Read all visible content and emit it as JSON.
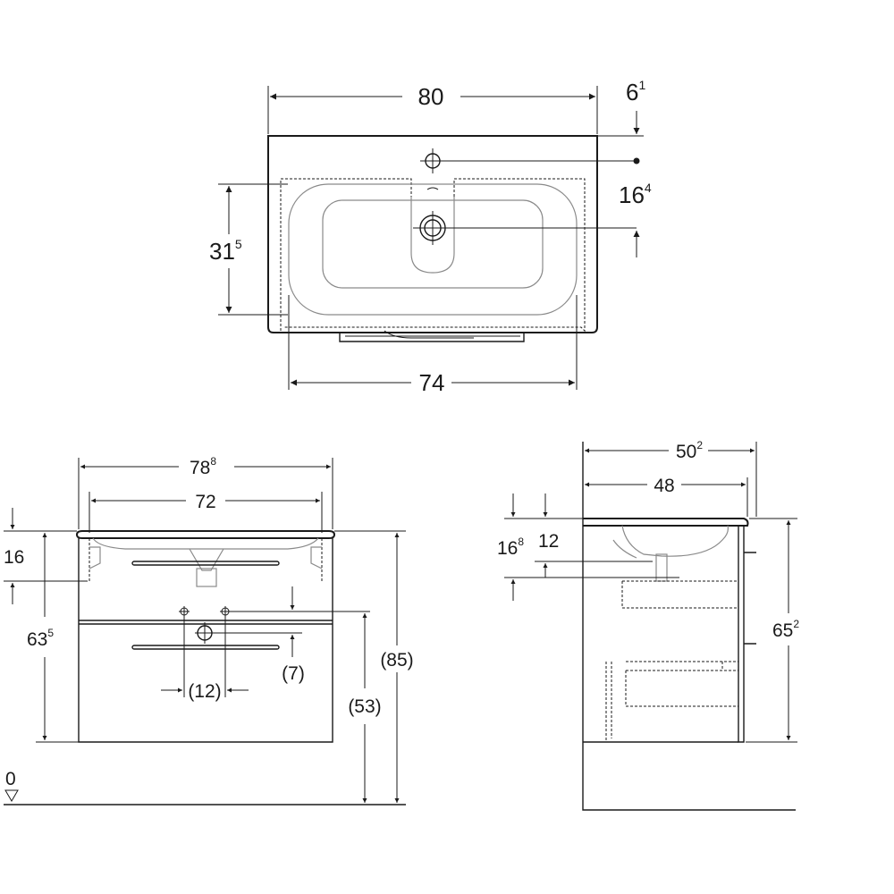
{
  "top_view": {
    "width_label": "80",
    "tap_offset": {
      "main": "6",
      "sup": "1"
    },
    "tap_spacing": {
      "main": "16",
      "sup": "4"
    },
    "depth": {
      "main": "31",
      "sup": "5"
    },
    "basin_width_label": "74"
  },
  "front_view": {
    "overall_width": {
      "main": "78",
      "sup": "8"
    },
    "inner_width_label": "72",
    "top_height_label": "16",
    "cabinet_height": {
      "main": "63",
      "sup": "5"
    },
    "drain_spacing_label": "(12)",
    "drain_offset_label": "(7)",
    "drain_height_label": "(53)",
    "total_height_label": "(85)",
    "floor_label": "0"
  },
  "side_view": {
    "overall_depth": {
      "main": "50",
      "sup": "2"
    },
    "inner_depth_label": "48",
    "top_offset": {
      "main": "16",
      "sup": "8"
    },
    "drain_label": "12",
    "height": {
      "main": "65",
      "sup": "2"
    }
  }
}
